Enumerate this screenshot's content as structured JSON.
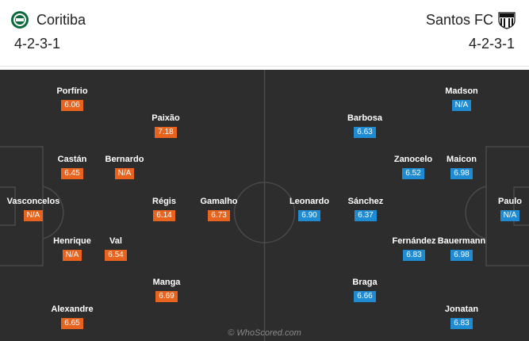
{
  "home": {
    "name": "Coritiba",
    "formation": "4-2-3-1",
    "crest_icon": "coritiba-crest-icon",
    "players": [
      {
        "name": "Vasconcelos",
        "rating": "N/A"
      },
      {
        "name": "Porfírio",
        "rating": "6.06"
      },
      {
        "name": "Castán",
        "rating": "6.45"
      },
      {
        "name": "Henrique",
        "rating": "N/A"
      },
      {
        "name": "Alexandre",
        "rating": "6.65"
      },
      {
        "name": "Bernardo",
        "rating": "N/A"
      },
      {
        "name": "Val",
        "rating": "6.54"
      },
      {
        "name": "Paixão",
        "rating": "7.18"
      },
      {
        "name": "Régis",
        "rating": "6.14"
      },
      {
        "name": "Manga",
        "rating": "6.69"
      },
      {
        "name": "Gamalho",
        "rating": "6.73"
      }
    ]
  },
  "away": {
    "name": "Santos FC",
    "formation": "4-2-3-1",
    "crest_icon": "santos-crest-icon",
    "players": [
      {
        "name": "Paulo",
        "rating": "N/A"
      },
      {
        "name": "Madson",
        "rating": "N/A"
      },
      {
        "name": "Maicon",
        "rating": "6.98"
      },
      {
        "name": "Bauermann",
        "rating": "6.98"
      },
      {
        "name": "Jonatan",
        "rating": "6.83"
      },
      {
        "name": "Zanocelo",
        "rating": "6.52"
      },
      {
        "name": "Fernández",
        "rating": "6.83"
      },
      {
        "name": "Barbosa",
        "rating": "6.63"
      },
      {
        "name": "Sánchez",
        "rating": "6.37"
      },
      {
        "name": "Braga",
        "rating": "6.66"
      },
      {
        "name": "Leonardo",
        "rating": "6.90"
      }
    ]
  },
  "watermark": "© WhoScored.com",
  "colors": {
    "pitch": "#2d2d2d",
    "pitch_lines": "#4a4a4a",
    "home_rating": "#e8641e",
    "away_rating": "#1e8bd3"
  }
}
